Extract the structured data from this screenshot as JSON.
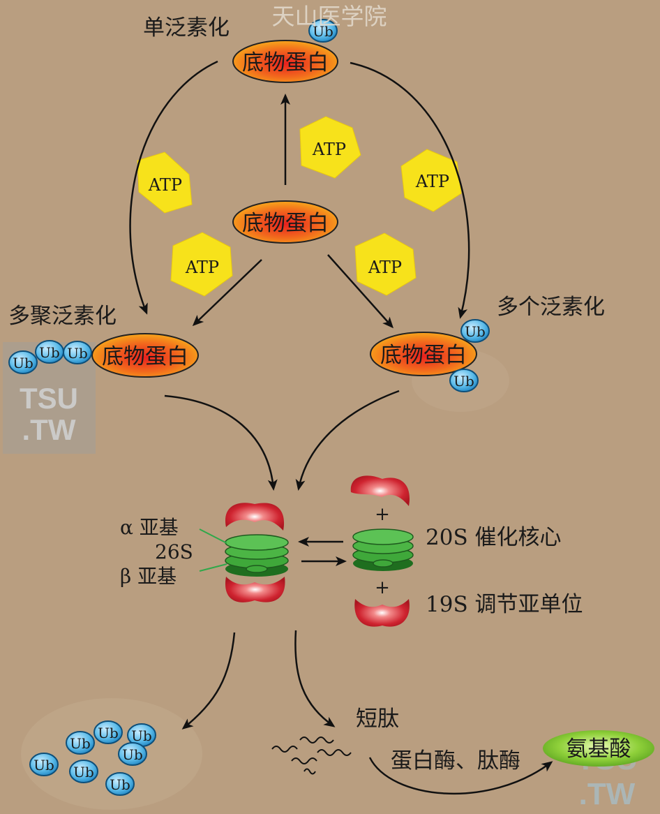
{
  "watermark_top": "天山医学院",
  "watermark_logo": [
    "TSU",
    ".TW"
  ],
  "substrate_label": "底物蛋白",
  "atp_label": "ATP",
  "ub_label": "Ub",
  "labels": {
    "mono": "单泛素化",
    "poly": "多聚泛素化",
    "multi": "多个泛素化",
    "alpha": "α 亚基",
    "s26": "26S",
    "beta": "β 亚基",
    "s20": "20S 催化核心",
    "s19": "19S 调节亚单位",
    "plus": "+",
    "peptide": "短肽",
    "enzymes": "蛋白酶、肽酶",
    "amino": "氨基酸"
  },
  "colors": {
    "background": "#b99e80",
    "atp": "#f7e21b",
    "ub": "#3aa5dd",
    "proteasome_ring": "#3fa83a",
    "cap": "#c8202c",
    "amino_acid": "#7cc42c"
  }
}
